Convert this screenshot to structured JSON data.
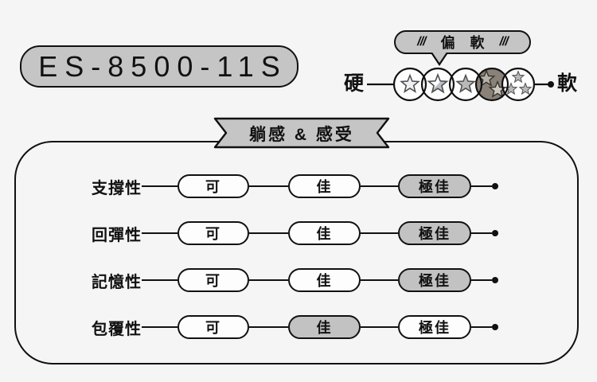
{
  "product": {
    "model": "ES-8500-11S"
  },
  "firmness_scale": {
    "label_hard": "硬",
    "label_soft": "軟",
    "bubble_label": "偏 軟",
    "bubble_hatch": "///",
    "levels": 5,
    "selected_level": 4
  },
  "section": {
    "title": "躺感 & 感受"
  },
  "ratings": {
    "scale_labels": [
      "可",
      "佳",
      "極佳"
    ],
    "rows": [
      {
        "label": "支撐性",
        "value": "極佳",
        "value_index": 2
      },
      {
        "label": "回彈性",
        "value": "極佳",
        "value_index": 2
      },
      {
        "label": "記憶性",
        "value": "極佳",
        "value_index": 2
      },
      {
        "label": "包覆性",
        "value": "佳",
        "value_index": 1
      }
    ]
  },
  "colors": {
    "background": "#f5f5f5",
    "badge_fill": "#c5c5c5",
    "highlight_fill": "#c2c2c2",
    "outline": "#111111",
    "selected_circle_fill": "#8a8178",
    "star_gray": "#b9b9b9",
    "star_light": "#edeff3"
  }
}
